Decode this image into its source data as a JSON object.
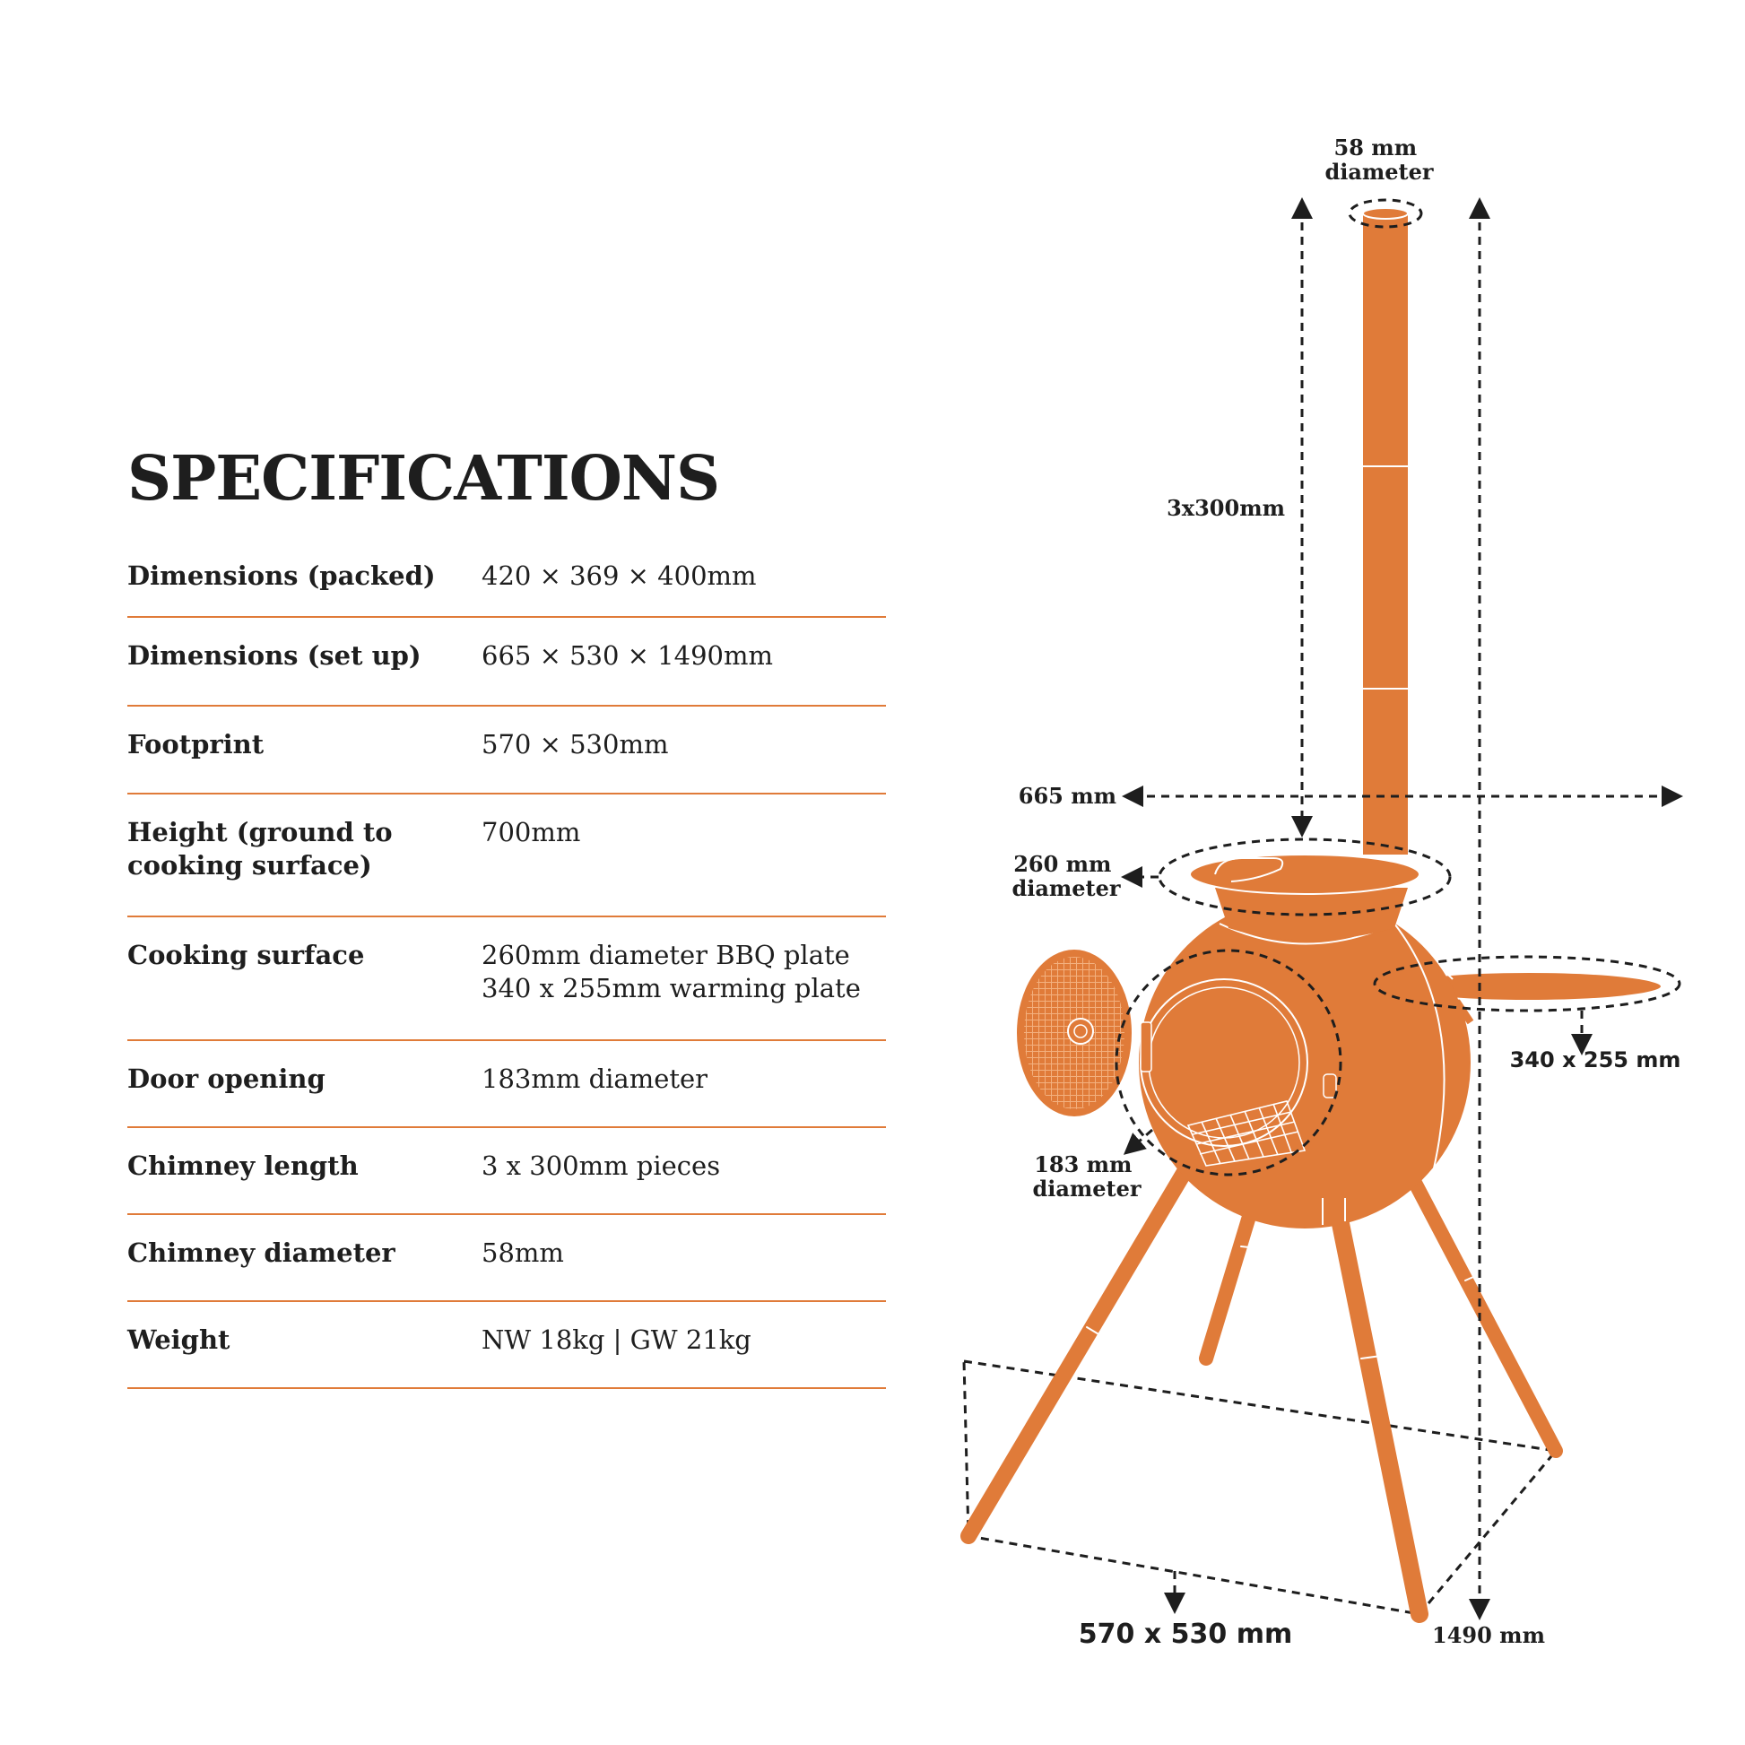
{
  "brand": {
    "accent": "#e07b39",
    "text": "#1e1e1e"
  },
  "title": "SPECIFICATIONS",
  "specs": [
    {
      "label": "Dimensions (packed)",
      "value": "420 × 369 × 400mm"
    },
    {
      "label": "Dimensions (set up)",
      "value": "665 × 530 × 1490mm"
    },
    {
      "label": "Footprint",
      "value": "570 × 530mm"
    },
    {
      "label": "Height (ground to\ncooking surface)",
      "value": "700mm"
    },
    {
      "label": "Cooking surface",
      "value": "260mm diameter BBQ plate\n340 x 255mm warming plate"
    },
    {
      "label": "Door opening",
      "value": "183mm diameter"
    },
    {
      "label": "Chimney length",
      "value": "3 x 300mm pieces"
    },
    {
      "label": "Chimney diameter",
      "value": "58mm"
    },
    {
      "label": "Weight",
      "value": "NW 18kg | GW 21kg"
    }
  ],
  "diagram": {
    "chimney_diameter": [
      "58 mm",
      "diameter"
    ],
    "chimney_sections": "3x300mm",
    "width": "665 mm",
    "plate_diameter": [
      "260 mm",
      "diameter"
    ],
    "warming_plate": "340 x 255 mm",
    "door_diameter": [
      "183 mm",
      "diameter"
    ],
    "footprint": "570 x 530 mm",
    "height": "1490 mm"
  }
}
